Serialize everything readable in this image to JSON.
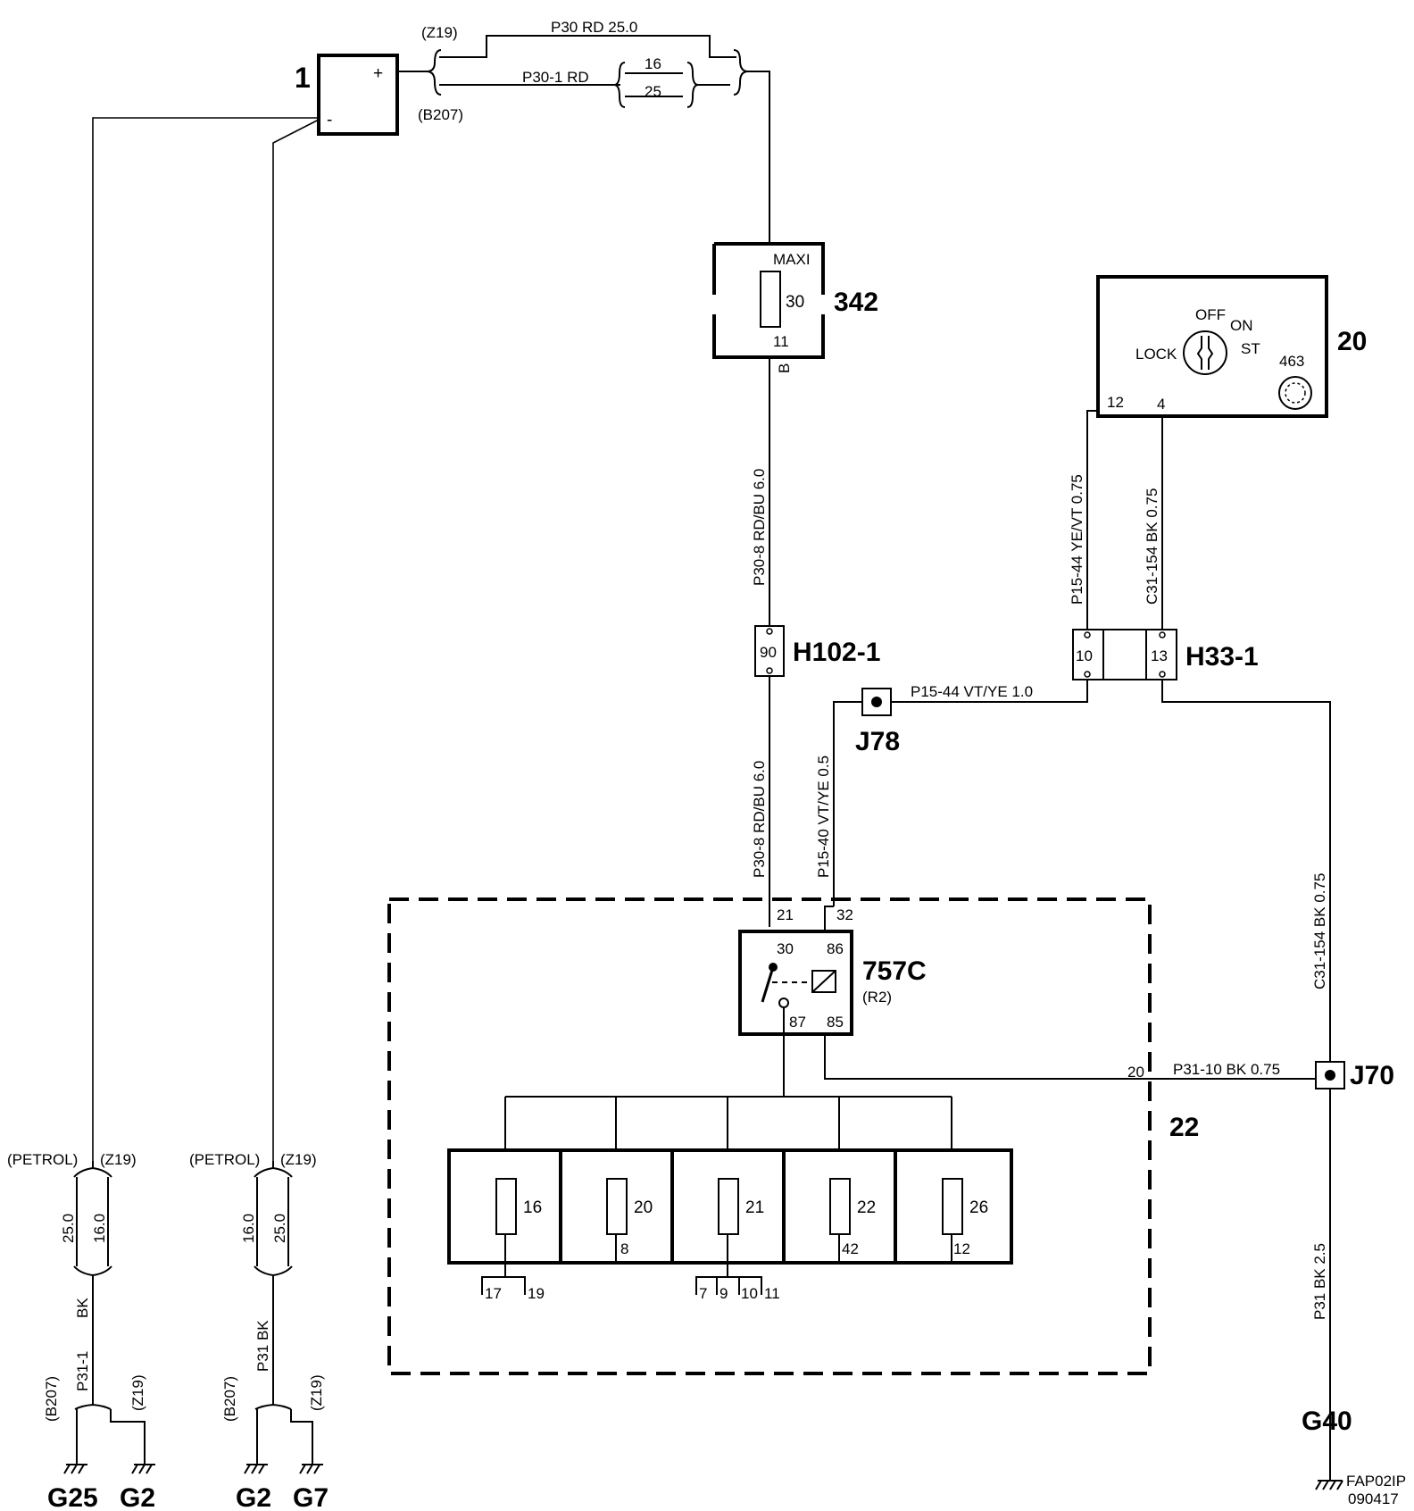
{
  "components": {
    "battery": {
      "id": "1",
      "plus": "+",
      "minus": "-"
    },
    "maxi_fuse": {
      "id": "342",
      "type": "MAXI",
      "fuse_no": "30",
      "pin": "11",
      "pin_b": "B"
    },
    "ignition": {
      "id": "20",
      "pos_lock": "LOCK",
      "pos_off": "OFF",
      "pos_on": "ON",
      "pos_st": "ST",
      "sub_id": "463",
      "pin_12": "12",
      "pin_4": "4"
    },
    "connector_h102": {
      "id": "H102-1",
      "pin": "90"
    },
    "connector_h33": {
      "id": "H33-1",
      "pin_10": "10",
      "pin_13": "13"
    },
    "relay": {
      "id": "757C",
      "sub": "(R2)",
      "pin_30": "30",
      "pin_86": "86",
      "pin_87": "87",
      "pin_85": "85"
    },
    "fusebox": {
      "id": "22",
      "pin_21": "21",
      "pin_32": "32",
      "pin_20": "20",
      "fuses": [
        "16",
        "20",
        "21",
        "22",
        "26"
      ],
      "fuse_pins": [
        "8",
        "42",
        "12"
      ],
      "bottom_pins_a": [
        "17",
        "19"
      ],
      "bottom_pins_b": [
        "7",
        "9",
        "10",
        "11"
      ]
    },
    "splice_j78": "J78",
    "splice_j70": "J70"
  },
  "wires": {
    "top_z19": "(Z19)",
    "top_b207": "(B207)",
    "p30": "P30 RD  25.0",
    "p30_1": "P30-1  RD",
    "p30_1_sizes": [
      "16",
      "25"
    ],
    "maxi_to_h102": "P30-8   RD/BU   6.0",
    "h102_to_relay": "P30-8  RD/BU  6.0",
    "p15_44_a": "P15-44 YE/VT 0.75",
    "c31_154_a": "C31-154 BK 0.75",
    "p15_44_b": "P15-44   VT/YE   1.0",
    "p15_40": "P15-40  VT/YE   0.5",
    "c31_154_b": "C31-154  BK  0.75",
    "p31_10": "P31-10  BK  0.75",
    "p31_right": "P31  BK  2.5"
  },
  "grounds": {
    "g1": {
      "petrol": "(PETROL)",
      "z19": "(Z19)",
      "size_a": "25.0",
      "size_b": "16.0",
      "bk": "BK",
      "wire": "P31-1",
      "b207": "(B207)",
      "z19_b": "(Z19)",
      "left": "G25",
      "right": "G2"
    },
    "g2": {
      "petrol": "(PETROL)",
      "z19": "(Z19)",
      "size_a": "16.0",
      "size_b": "25.0",
      "wire": "P31  BK",
      "b207": "(B207)",
      "z19_b": "(Z19)",
      "left": "G2",
      "right": "G7"
    },
    "g40": "G40"
  },
  "footer": {
    "code": "FAP02IP",
    "date": "090417"
  }
}
